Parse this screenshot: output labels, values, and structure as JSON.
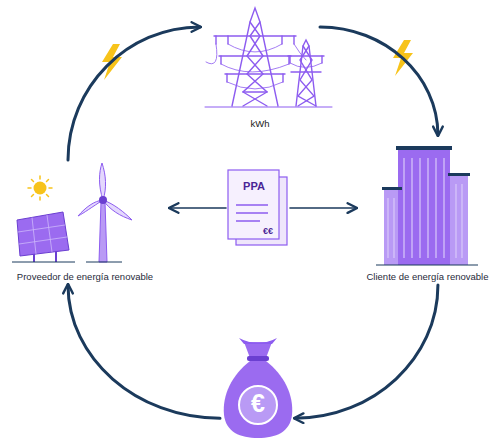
{
  "diagram": {
    "nodes": [
      {
        "text": [
          "kWh"
        ]
      },
      {
        "text": [
          "Proveedor de energía renovable"
        ]
      },
      {
        "text": [
          "PPA",
          "€€"
        ]
      },
      {
        "text": [
          "Cliente de energía renovable"
        ]
      },
      {
        "text": [
          "€"
        ]
      }
    ],
    "edges": [
      {
        "from": 1,
        "to": 0,
        "arrow": "to"
      },
      {
        "from": 0,
        "to": 3,
        "arrow": "to"
      },
      {
        "from": 3,
        "to": 4,
        "arrow": "to"
      },
      {
        "from": 4,
        "to": 1,
        "arrow": "to"
      },
      {
        "from": 2,
        "to": 1,
        "arrow": "to"
      },
      {
        "from": 2,
        "to": 3,
        "arrow": "to"
      }
    ]
  }
}
